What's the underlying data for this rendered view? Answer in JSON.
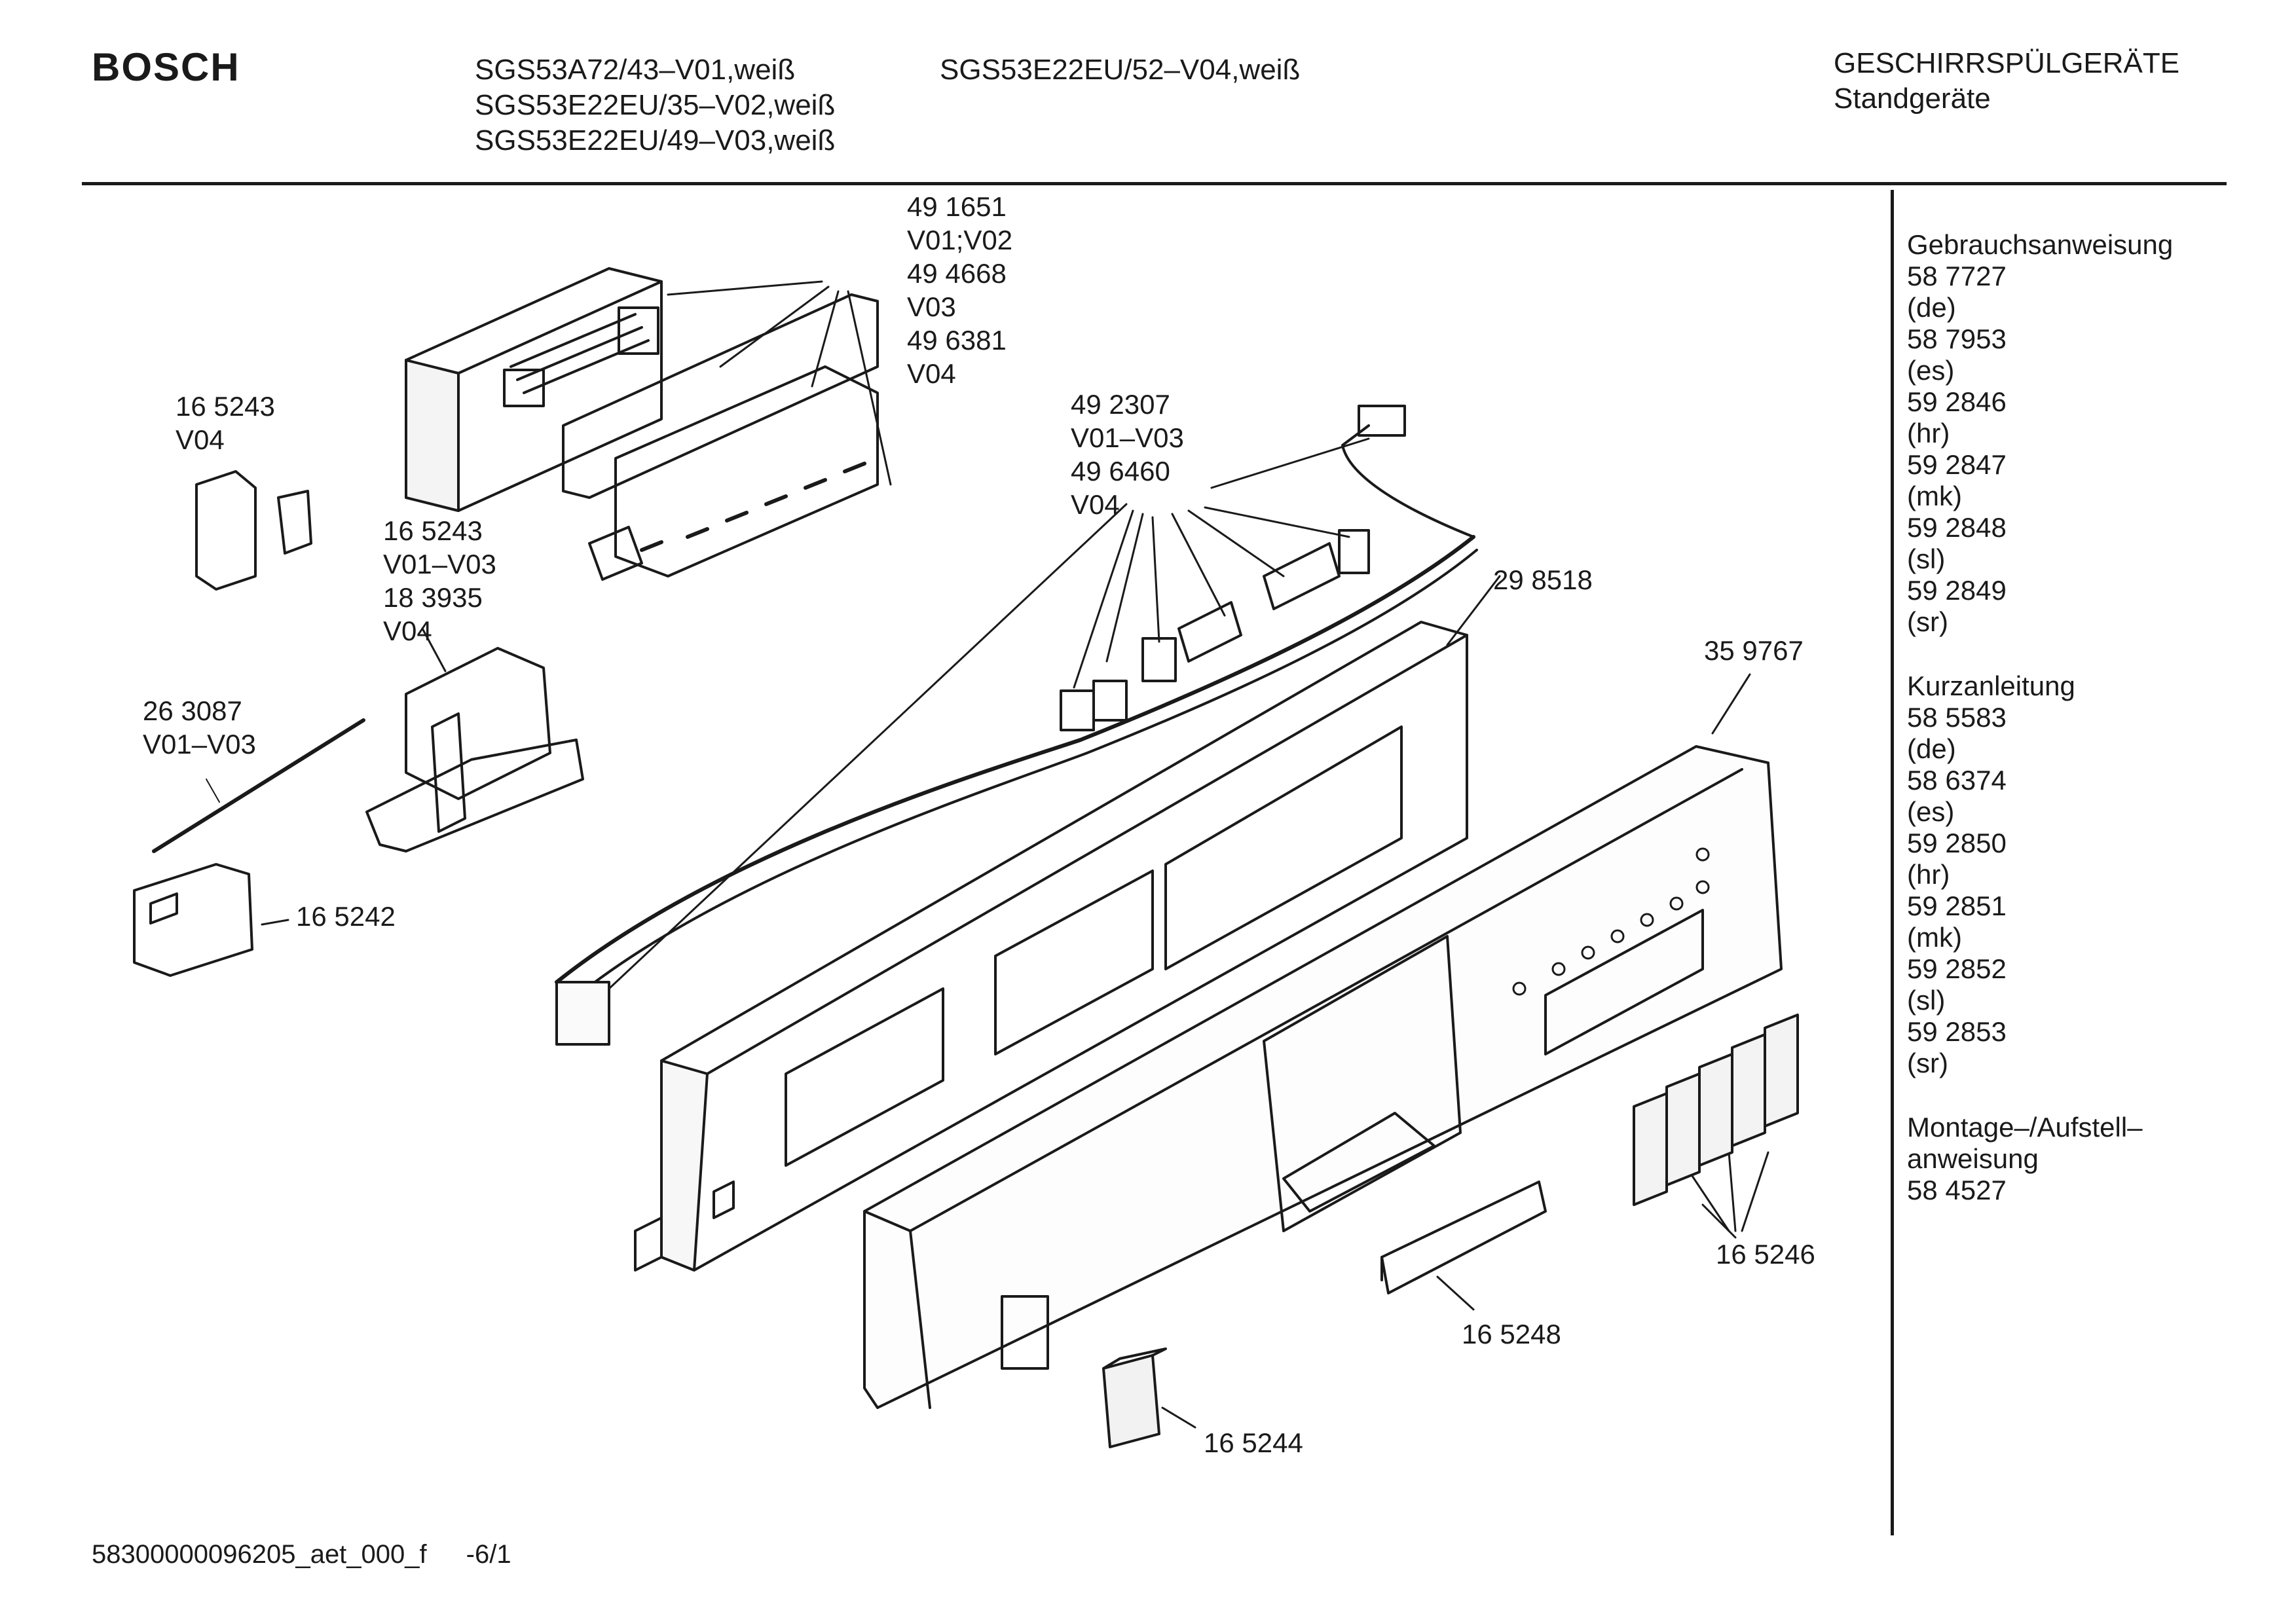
{
  "header": {
    "brand": "BOSCH",
    "models_col1": [
      "SGS53A72/43–V01,weiß",
      "SGS53E22EU/35–V02,weiß",
      "SGS53E22EU/49–V03,weiß"
    ],
    "models_col2": [
      "SGS53E22EU/52–V04,weiß"
    ],
    "category": "GESCHIRRSPÜLGERÄTE",
    "subcategory": "Standgeräte"
  },
  "documents": {
    "manual_title": "Gebrauchsanweisung",
    "manual": [
      {
        "number": "58 7727",
        "lang": "(de)"
      },
      {
        "number": "58 7953",
        "lang": "(es)"
      },
      {
        "number": "59 2846",
        "lang": "(hr)"
      },
      {
        "number": "59 2847",
        "lang": "(mk)"
      },
      {
        "number": "59 2848",
        "lang": "(sl)"
      },
      {
        "number": "59 2849",
        "lang": "(sr)"
      }
    ],
    "quick_title": "Kurzanleitung",
    "quick": [
      {
        "number": "58 5583",
        "lang": "(de)"
      },
      {
        "number": "58 6374",
        "lang": "(es)"
      },
      {
        "number": "59 2850",
        "lang": "(hr)"
      },
      {
        "number": "59 2851",
        "lang": "(mk)"
      },
      {
        "number": "59 2852",
        "lang": "(sl)"
      },
      {
        "number": "59 2853",
        "lang": "(sr)"
      }
    ],
    "install_title_1": "Montage–/Aufstell–",
    "install_title_2": "anweisung",
    "install_number": "58 4527"
  },
  "parts": {
    "control_module": [
      "49 1651",
      "V01;V02",
      "49 4668",
      "V03",
      "49 6381",
      "V04"
    ],
    "wiring": [
      "49 2307",
      "V01–V03",
      "49 6460",
      "V04"
    ],
    "p165243_a": [
      "16 5243",
      "V04"
    ],
    "p165243_b": [
      "16 5243",
      "V01–V03",
      "18 3935",
      "V04"
    ],
    "p263087": [
      "26 3087",
      "V01–V03"
    ],
    "p165242": "16 5242",
    "p298518": "29 8518",
    "p359767": "35 9767",
    "p165246": "16 5246",
    "p165248": "16 5248",
    "p165244": "16 5244"
  },
  "footer": {
    "code": "58300000096205_aet_000_f",
    "page": "-6/1"
  }
}
